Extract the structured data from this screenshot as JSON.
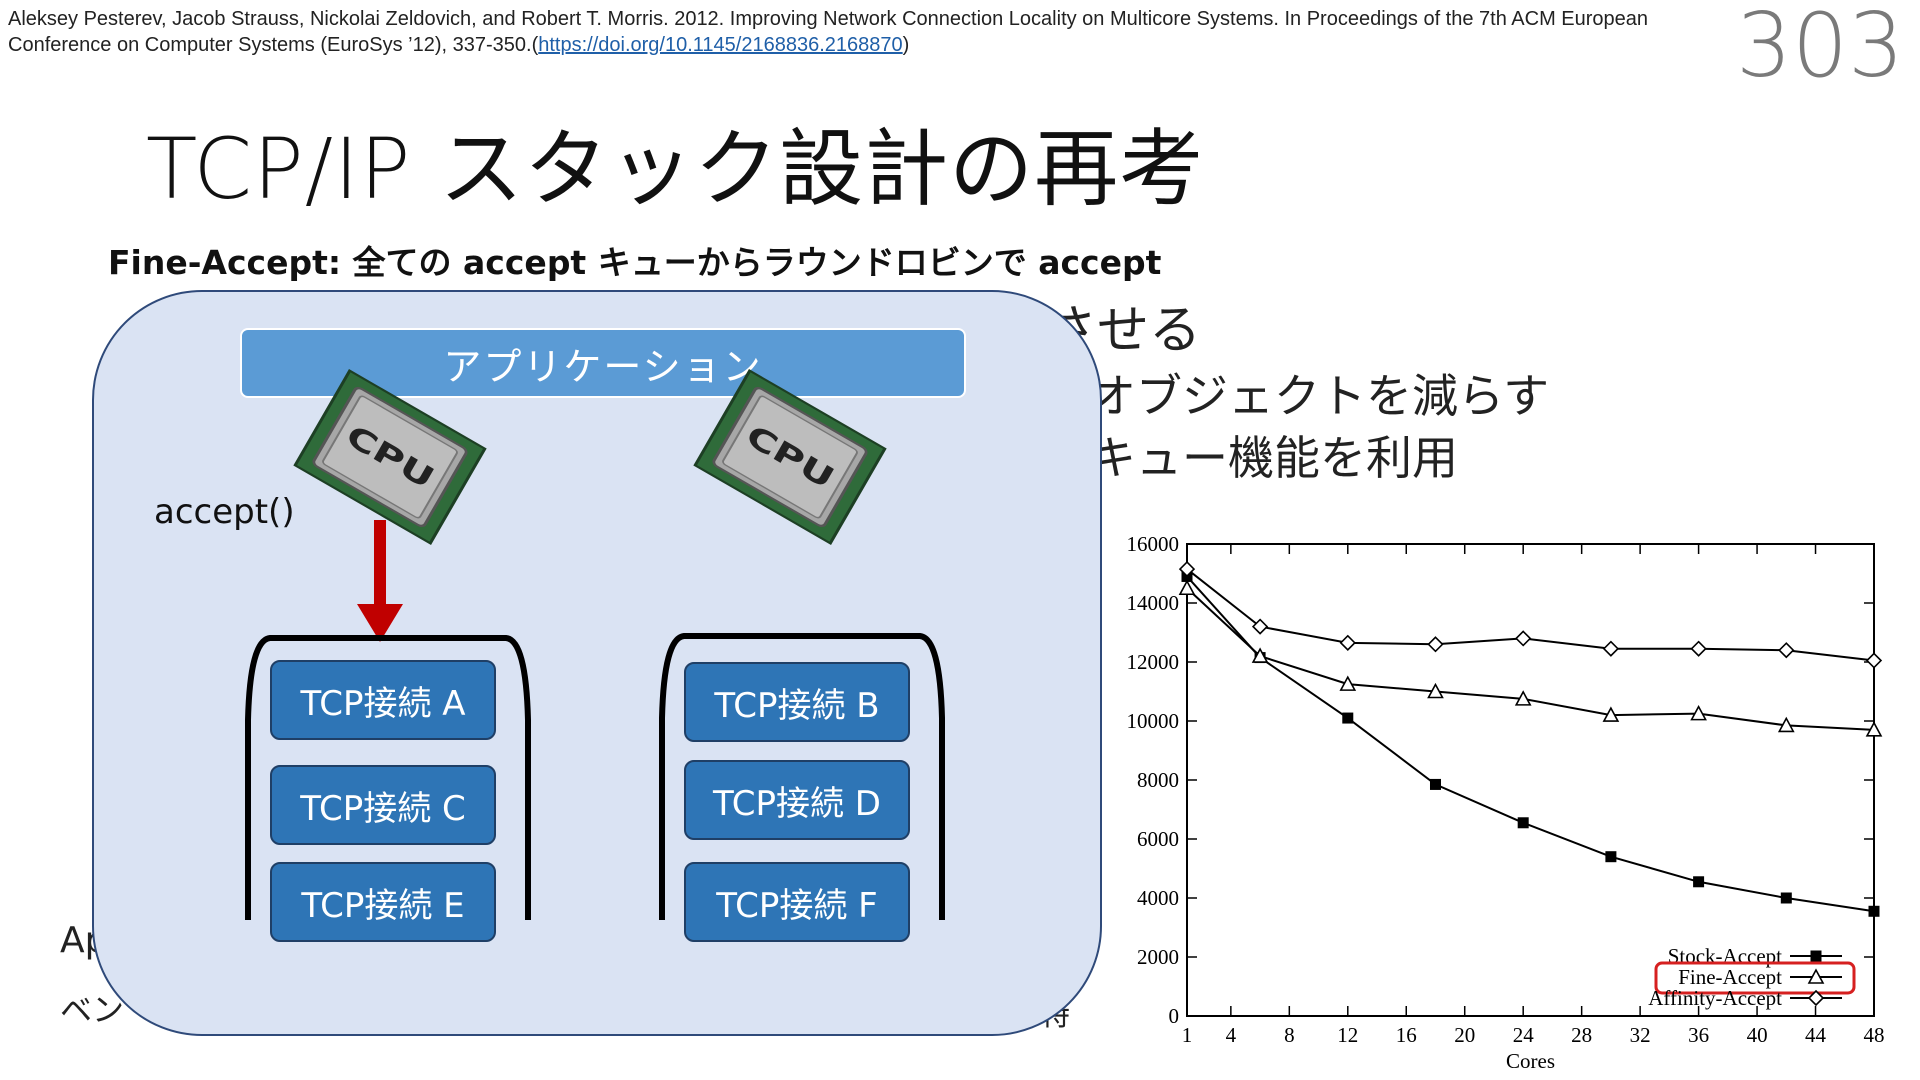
{
  "citation": {
    "text": "Aleksey Pesterev, Jacob Strauss, Nickolai Zeldovich, and Robert T. Morris. 2012. Improving Network Connection Locality on Multicore Systems. In Proceedings of the 7th ACM European Conference on Computer Systems (EuroSys ’12), 337-350.(",
    "link": "https://doi.org/10.1145/2168836.2168870",
    "close": ")"
  },
  "page_number": "303",
  "title": "TCP/IP スタック設計の再考",
  "subheading": "Fine-Accept: 全ての accept キューからラウンドロビンで accept",
  "bullets": {
    "b1": "させる",
    "b2": "オブジェクトを減らす",
    "b3": "キュー機能を利用",
    "b4": "Ap",
    "b5": "ベン",
    "b6": "特"
  },
  "diagram": {
    "application_label": "アプリケーション",
    "accept_label": "accept()",
    "cpu_label": "CPU",
    "connections": {
      "a": "TCP接続 A",
      "b": "TCP接続 B",
      "c": "TCP接続 C",
      "d": "TCP接続 D",
      "e": "TCP接続 E",
      "f": "TCP接続 F"
    },
    "colors": {
      "panel": "#dae3f3",
      "app": "#5b9bd5",
      "conn": "#2e75b6",
      "arrow": "#c00000"
    }
  },
  "chart_data": {
    "type": "line",
    "xlabel": "Cores",
    "ylabel": "",
    "xlim": [
      1,
      48
    ],
    "ylim": [
      0,
      16000
    ],
    "x_ticks": [
      1,
      4,
      8,
      12,
      16,
      20,
      24,
      28,
      32,
      36,
      40,
      44,
      48
    ],
    "y_ticks": [
      0,
      2000,
      4000,
      6000,
      8000,
      10000,
      12000,
      14000,
      16000
    ],
    "x": [
      1,
      6,
      12,
      18,
      24,
      30,
      36,
      42,
      48
    ],
    "series": [
      {
        "name": "Stock-Accept",
        "marker": "square",
        "values": [
          14900,
          12150,
          10100,
          7850,
          6550,
          5400,
          4550,
          4000,
          3550
        ]
      },
      {
        "name": "Fine-Accept",
        "marker": "triangle",
        "values": [
          14500,
          12200,
          11250,
          11000,
          10750,
          10200,
          10250,
          9850,
          9700
        ]
      },
      {
        "name": "Affinity-Accept",
        "marker": "diamond",
        "values": [
          15150,
          13200,
          12650,
          12600,
          12800,
          12450,
          12450,
          12400,
          12050
        ]
      }
    ],
    "legend_position": "bottom-right",
    "highlighted_series": "Fine-Accept",
    "highlight_color": "#d62020"
  }
}
